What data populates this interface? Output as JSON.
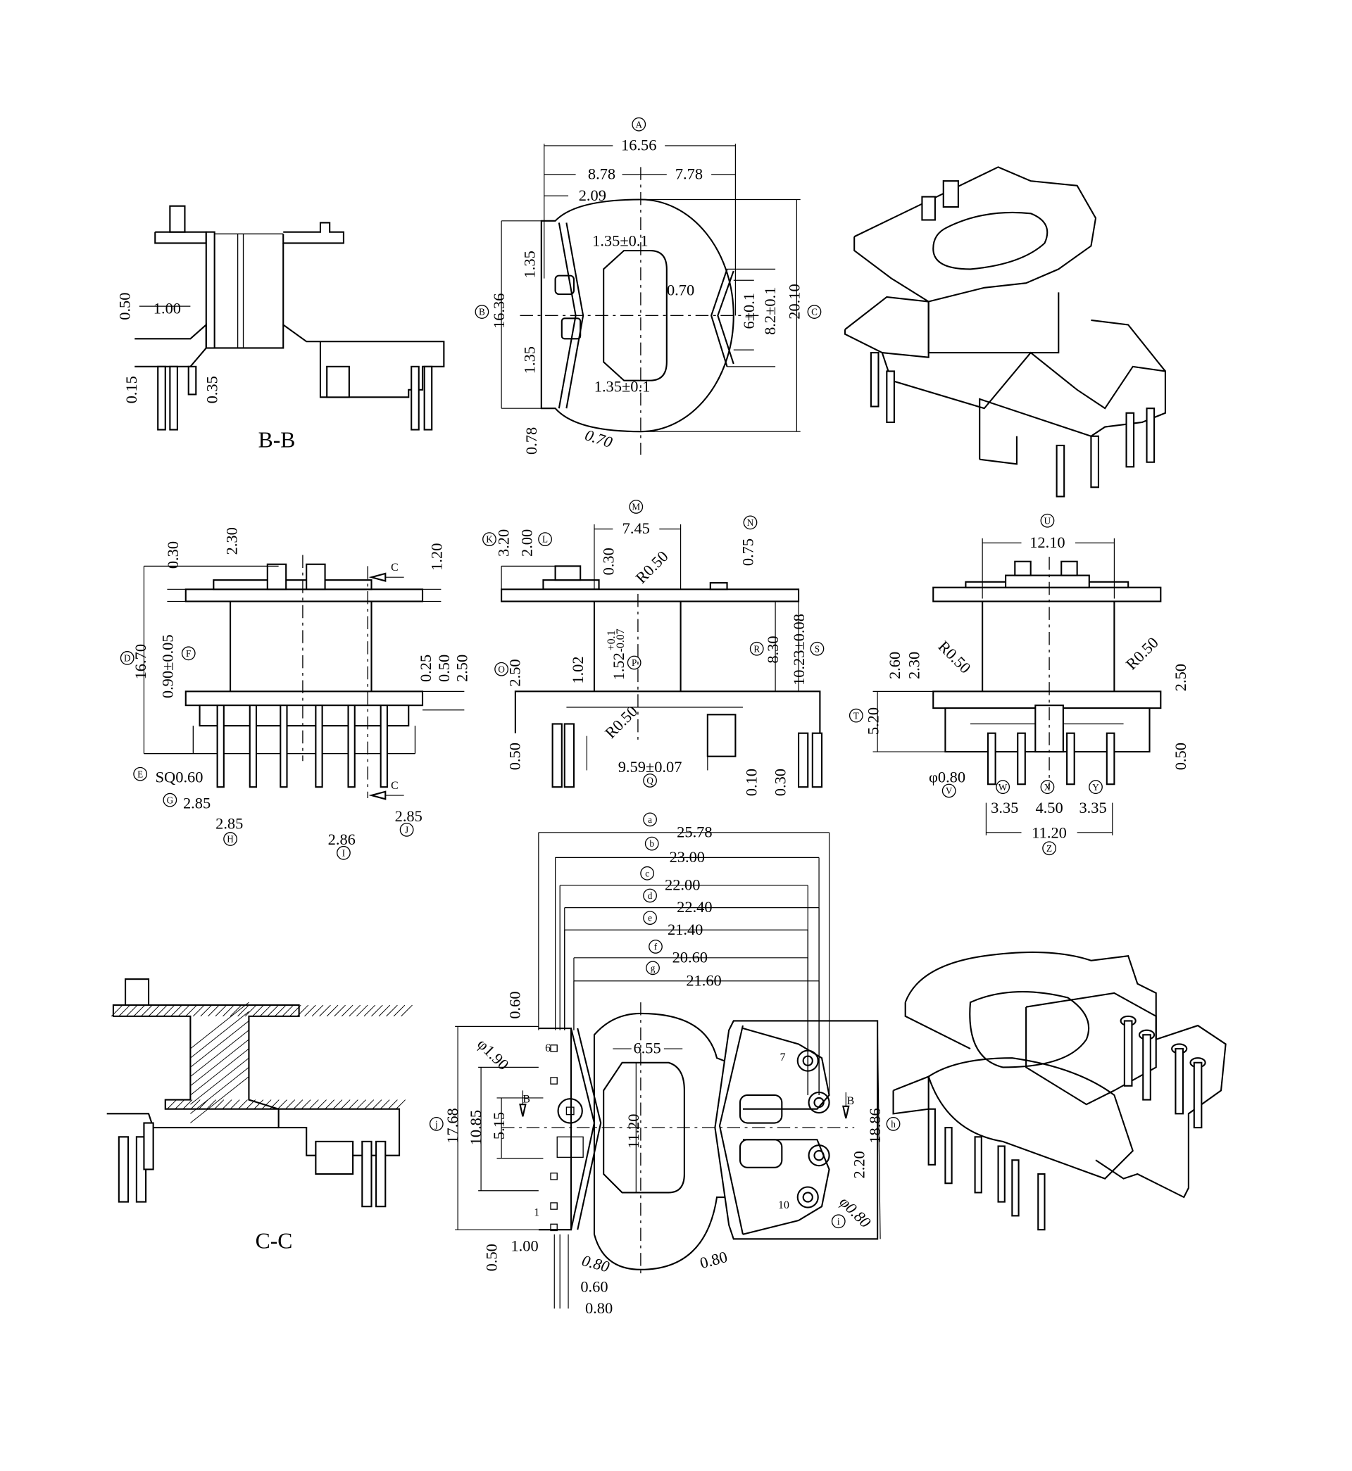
{
  "views": {
    "section_bb": {
      "title": "B-B",
      "dims": [
        "0.50",
        "1.00",
        "0.15",
        "0.35"
      ]
    },
    "top_view": {
      "callouts": [
        "A",
        "B",
        "C"
      ],
      "dims": [
        "16.56",
        "8.78",
        "7.78",
        "2.09",
        "1.35±0.1",
        "1.35",
        "0.70",
        "16.36",
        "6±0.1",
        "8.2±0.1",
        "20.10",
        "1.35",
        "1.35±0.1",
        "0.78",
        "0.70"
      ]
    },
    "front_view": {
      "callouts": [
        "D",
        "F",
        "E",
        "G",
        "H",
        "I",
        "J"
      ],
      "dims": [
        "0.30",
        "2.30",
        "1.20",
        "C",
        "16.70",
        "0.90±0.05",
        "0.25",
        "0.50",
        "2.50",
        "SQ0.60",
        "2.85",
        "2.85",
        "2.86",
        "2.85",
        "C"
      ]
    },
    "side_view": {
      "callouts": [
        "M",
        "K",
        "L",
        "N",
        "O",
        "P",
        "R",
        "S",
        "Q"
      ],
      "dims": [
        "7.45",
        "3.20",
        "2.00",
        "0.30",
        "R0.50",
        "0.75",
        "2.50",
        "1.02",
        "1.52",
        "+0.1",
        "-0.07",
        "8.30",
        "10.23±0.08",
        "R0.50",
        "0.50",
        "9.59±0.07",
        "0.10",
        "0.30"
      ]
    },
    "end_view": {
      "callouts": [
        "U",
        "T",
        "V",
        "W",
        "X",
        "Y",
        "Z"
      ],
      "dims": [
        "12.10",
        "R0.50",
        "R0.50",
        "2.60",
        "2.30",
        "5.20",
        "2.50",
        "0.50",
        "φ0.80",
        "3.35",
        "4.50",
        "3.35",
        "11.20"
      ]
    },
    "section_cc": {
      "title": "C-C"
    },
    "bottom_view": {
      "callouts": [
        "a",
        "b",
        "c",
        "d",
        "e",
        "f",
        "g",
        "j",
        "h",
        "i"
      ],
      "dims": [
        "25.78",
        "23.00",
        "22.00",
        "22.40",
        "21.40",
        "20.60",
        "21.60",
        "0.60",
        "φ1.90",
        "17.68",
        "10.85",
        "5.15",
        "B",
        "6.55",
        "11.20",
        "B",
        "18.86",
        "2.20",
        "φ0.80",
        "0.50",
        "1.00",
        "0.80",
        "0.60",
        "0.80",
        "0.80"
      ],
      "pin_numbers": [
        "6",
        "7",
        "1",
        "10"
      ]
    }
  }
}
